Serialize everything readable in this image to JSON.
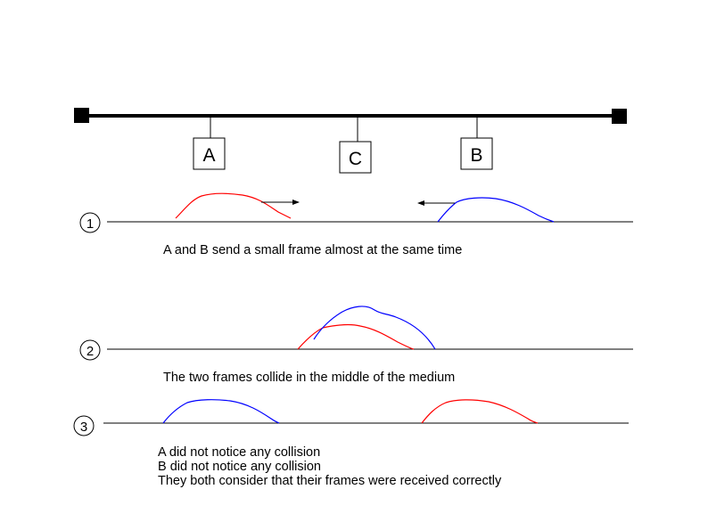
{
  "stations": {
    "a": "A",
    "b": "B",
    "c": "C"
  },
  "steps": [
    {
      "number": "1",
      "caption": "A and B send a small frame almost at the same time"
    },
    {
      "number": "2",
      "caption": "The two frames collide in the middle of the medium"
    },
    {
      "number": "3",
      "lines": [
        "A did not notice any collision",
        "B did not notice any collision",
        "They both consider that their frames were received correctly"
      ]
    }
  ],
  "colors": {
    "frame_a": "#ff0000",
    "frame_b": "#0000ff",
    "bus": "#000000"
  }
}
